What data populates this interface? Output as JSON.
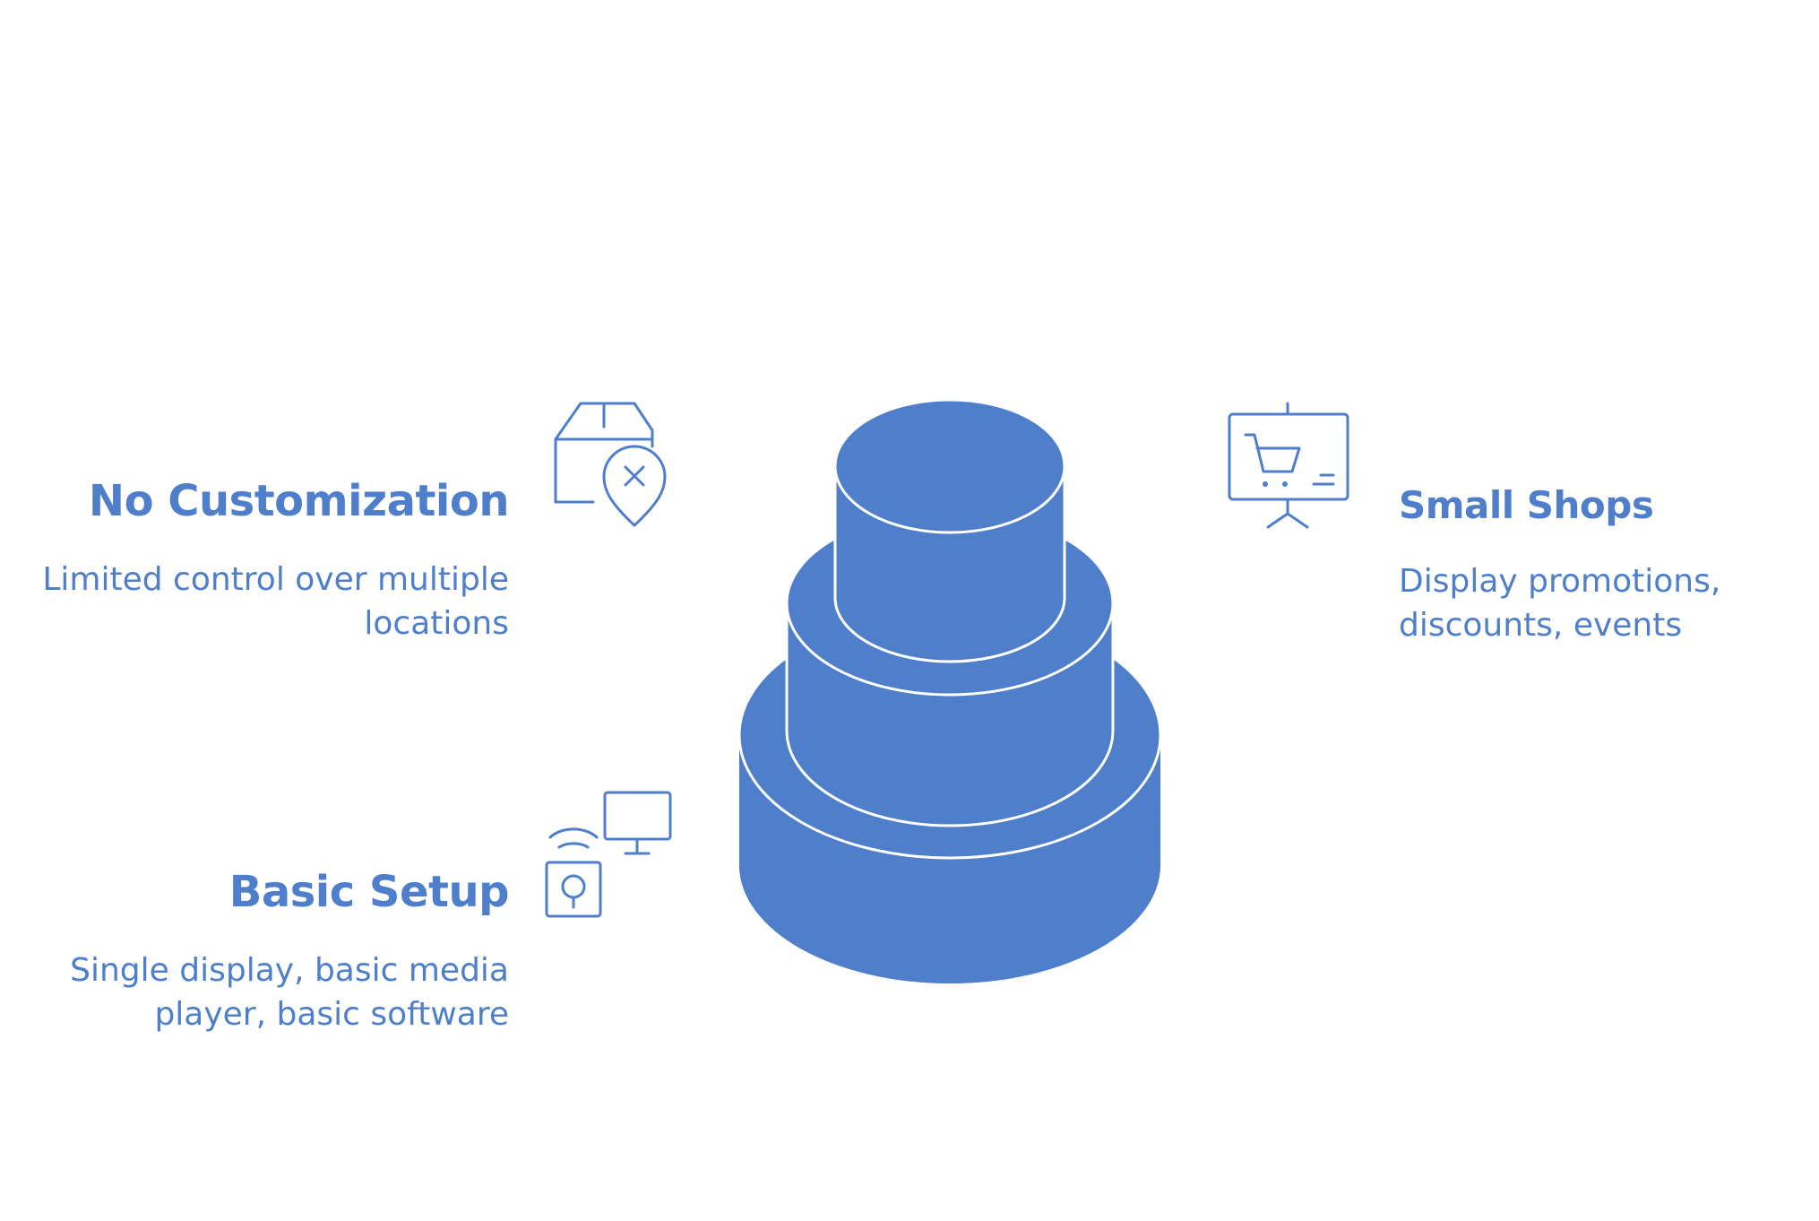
{
  "colors": {
    "accent": "#4f7fcb",
    "tier_fill": "#4f7fcb",
    "tier_outline": "#ffffff",
    "background": "#ffffff"
  },
  "tiers": [
    {
      "level": "bottom",
      "name": "Basic Setup"
    },
    {
      "level": "middle",
      "name": "No Customization"
    },
    {
      "level": "top",
      "name": "Small Shops"
    }
  ],
  "labels": {
    "no_customization": {
      "title": "No Customization",
      "description": "Limited control over multiple locations",
      "icon": "box-location-x-icon"
    },
    "basic_setup": {
      "title": "Basic Setup",
      "description": "Single display, basic media player, basic software",
      "icon": "monitor-wireless-speaker-icon"
    },
    "small_shops": {
      "title": "Small Shops",
      "description": "Display promotions, discounts, events",
      "icon": "shopping-cart-display-board-icon"
    }
  }
}
